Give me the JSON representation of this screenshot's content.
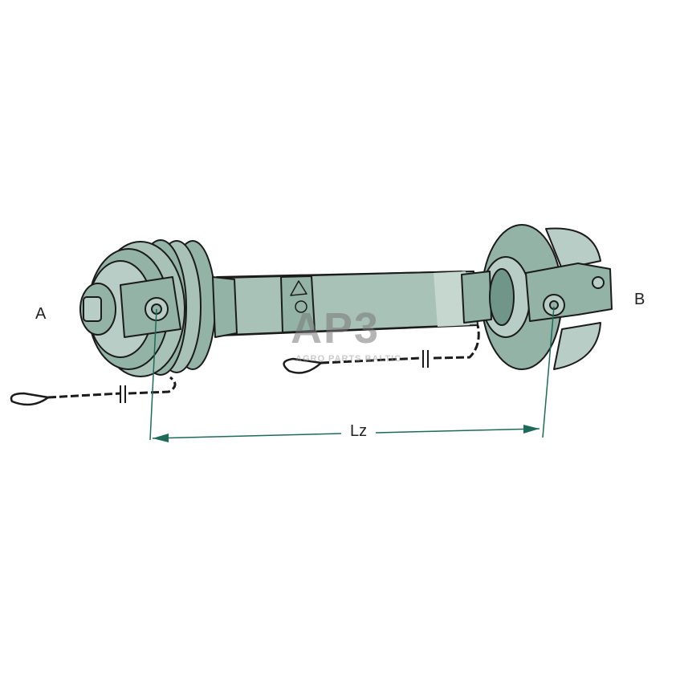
{
  "labels": {
    "end_a": "A",
    "end_b": "B",
    "length": "Lz"
  },
  "watermark": {
    "logo": "AP3",
    "tagline": "AGRO PARTS BALTIC"
  },
  "colors": {
    "body": "#93b3a7",
    "body_light": "#b8cdc5",
    "body_dark": "#6f9688",
    "outline": "#1b1b1b",
    "dimension": "#1d6b58"
  }
}
